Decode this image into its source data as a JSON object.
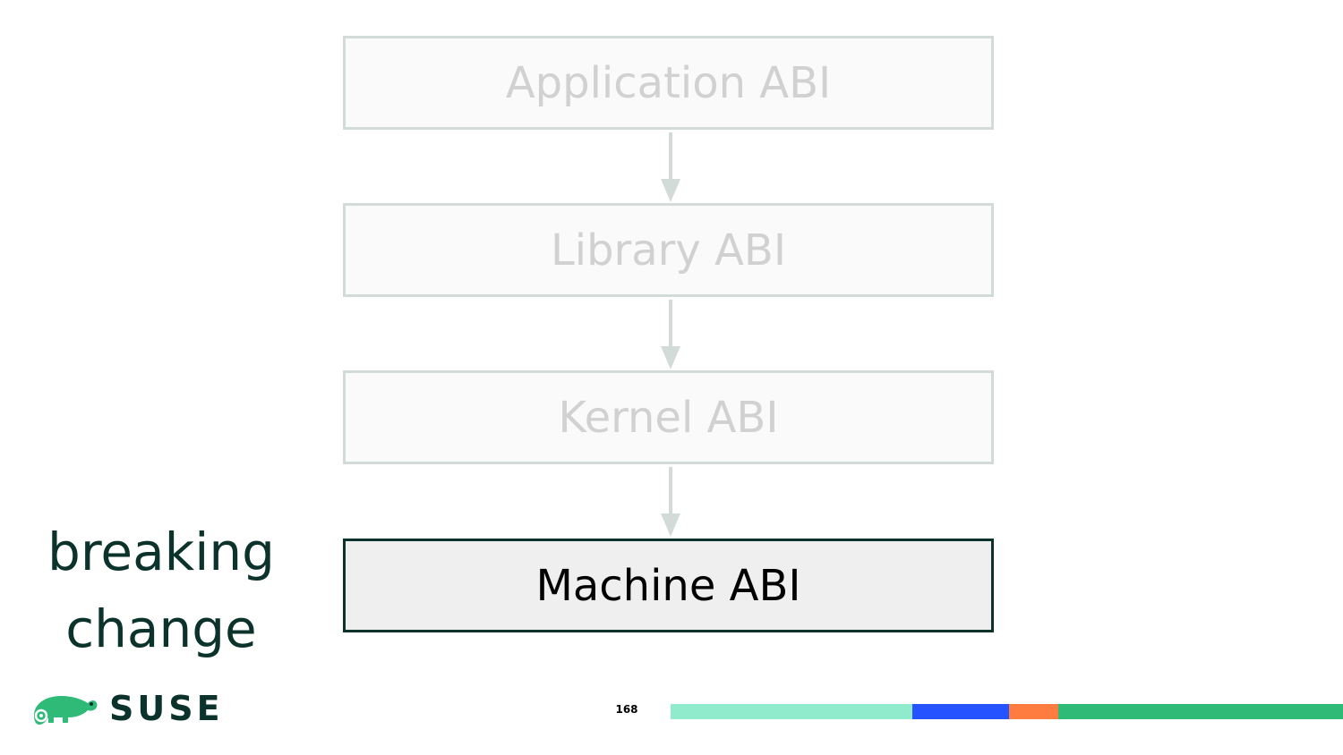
{
  "diagram": {
    "layers": [
      {
        "label": "Application ABI",
        "state": "dimmed"
      },
      {
        "label": "Library ABI",
        "state": "dimmed"
      },
      {
        "label": "Kernel ABI",
        "state": "dimmed"
      },
      {
        "label": "Machine ABI",
        "state": "highlighted"
      }
    ],
    "connector_color": "#d3dbd8"
  },
  "side_text": {
    "line1": "breaking",
    "line2": "change"
  },
  "footer": {
    "logo_text": "SUSE",
    "logo_icon": "chameleon-icon",
    "page_number": "168",
    "color_segments": [
      {
        "color": "#90ebcd"
      },
      {
        "color": "#2453ff"
      },
      {
        "color": "#fe7c3f"
      },
      {
        "color": "#30ba78"
      }
    ]
  },
  "colors": {
    "brand_dark": "#0c322c",
    "brand_green": "#30ba78",
    "dimmed_border": "#d3dbd8",
    "dimmed_text": "#d1d1d1"
  }
}
